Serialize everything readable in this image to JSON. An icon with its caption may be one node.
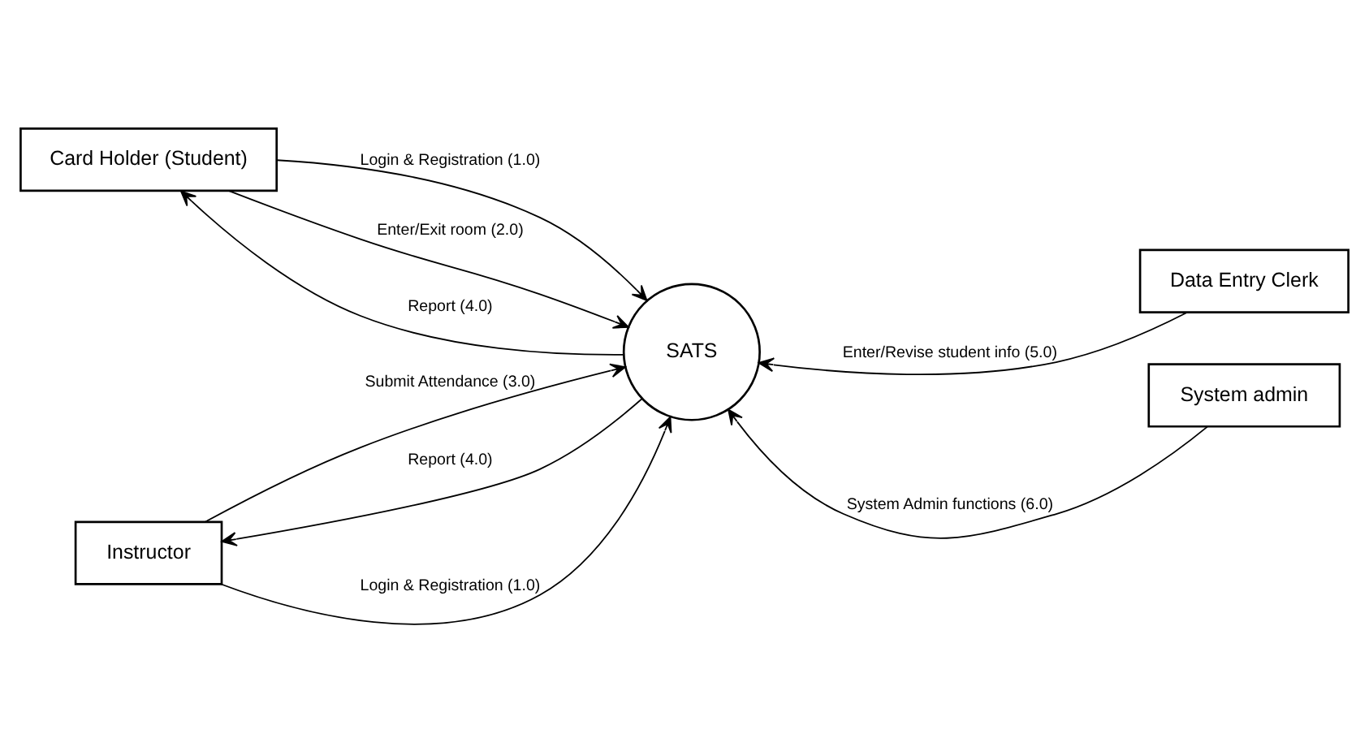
{
  "diagram": {
    "nodes": [
      {
        "text": [
          "Card Holder (Student)"
        ]
      },
      {
        "text": [
          "SATS"
        ]
      },
      {
        "text": [
          "Instructor"
        ]
      },
      {
        "text": [
          "Data Entry Clerk"
        ]
      },
      {
        "text": [
          "System admin"
        ]
      }
    ],
    "edges": [
      {
        "from": 0,
        "to": 1,
        "arrow": "to",
        "label": "Login & Registration (1.0)"
      },
      {
        "from": 0,
        "to": 1,
        "arrow": "to",
        "label": "Enter/Exit room (2.0)"
      },
      {
        "from": 1,
        "to": 0,
        "arrow": "to",
        "label": "Report (4.0)"
      },
      {
        "from": 2,
        "to": 1,
        "arrow": "to",
        "label": "Submit Attendance (3.0)"
      },
      {
        "from": 2,
        "to": 1,
        "arrow": "to",
        "label": "Login & Registration (1.0)"
      },
      {
        "from": 1,
        "to": 2,
        "arrow": "to",
        "label": "Report (4.0)"
      },
      {
        "from": 3,
        "to": 1,
        "arrow": "to",
        "label": "Enter/Revise student info (5.0)"
      },
      {
        "from": 4,
        "to": 1,
        "arrow": "to",
        "label": "System Admin functions (6.0)"
      }
    ]
  }
}
